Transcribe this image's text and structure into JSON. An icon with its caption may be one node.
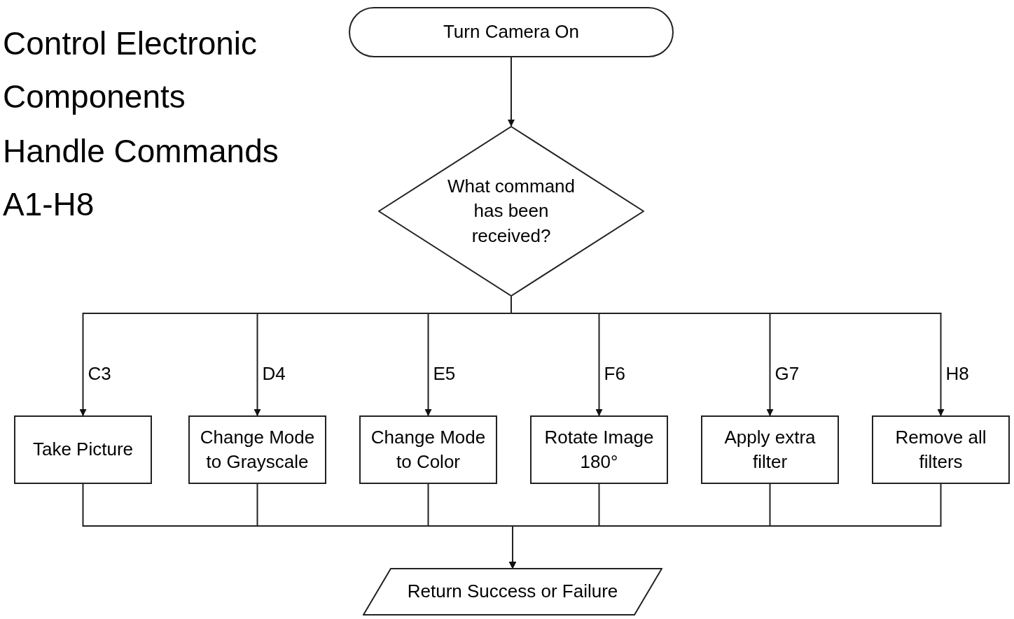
{
  "diagram": {
    "nodes": [
      {
        "text": [
          "Turn Camera On"
        ]
      },
      {
        "text": [
          "What command has been received?"
        ]
      },
      {
        "text": [
          "Take Picture"
        ]
      },
      {
        "text": [
          "Change Mode to Grayscale"
        ]
      },
      {
        "text": [
          "Change Mode to Color"
        ]
      },
      {
        "text": [
          "Rotate Image 180°"
        ]
      },
      {
        "text": [
          "Apply extra filter"
        ]
      },
      {
        "text": [
          "Remove all filters"
        ]
      },
      {
        "text": [
          "Return Success or Failure"
        ]
      }
    ],
    "edges": [
      {
        "from": 0,
        "to": 1,
        "arrow": "to"
      },
      {
        "from": 1,
        "to": 2,
        "arrow": "to",
        "label": "C3"
      },
      {
        "from": 1,
        "to": 3,
        "arrow": "to",
        "label": "D4"
      },
      {
        "from": 1,
        "to": 4,
        "arrow": "to",
        "label": "E5"
      },
      {
        "from": 1,
        "to": 5,
        "arrow": "to",
        "label": "F6"
      },
      {
        "from": 1,
        "to": 6,
        "arrow": "to",
        "label": "G7"
      },
      {
        "from": 1,
        "to": 7,
        "arrow": "to",
        "label": "H8"
      },
      {
        "from": 2,
        "to": 8,
        "arrow": "to"
      },
      {
        "from": 3,
        "to": 8,
        "arrow": "to"
      },
      {
        "from": 4,
        "to": 8,
        "arrow": "to"
      },
      {
        "from": 5,
        "to": 8,
        "arrow": "to"
      },
      {
        "from": 6,
        "to": 8,
        "arrow": "to"
      },
      {
        "from": 7,
        "to": 8,
        "arrow": "to"
      }
    ],
    "labels": [
      "Control Electronic Components",
      "Handle Commands A1-H8"
    ]
  }
}
